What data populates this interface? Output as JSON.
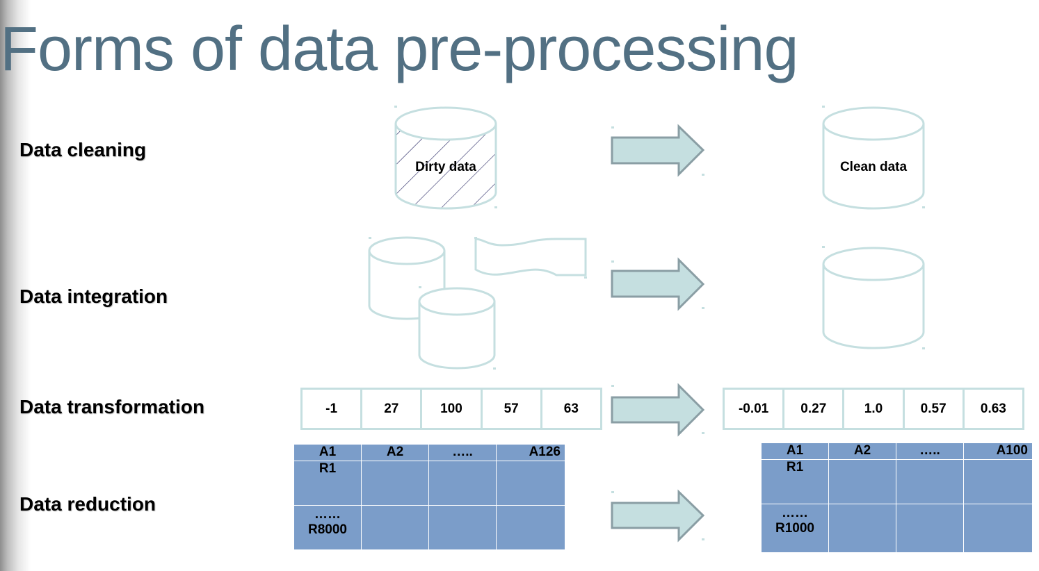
{
  "title": "Forms of data pre-processing",
  "rows": {
    "cleaning": {
      "label": "Data cleaning",
      "source_label": "Dirty data",
      "target_label": "Clean data"
    },
    "integration": {
      "label": "Data integration"
    },
    "transformation": {
      "label": "Data transformation",
      "source_values": [
        "-1",
        "27",
        "100",
        "57",
        "63"
      ],
      "target_values": [
        "-0.01",
        "0.27",
        "1.0",
        "0.57",
        "0.63"
      ]
    },
    "reduction": {
      "label": "Data reduction",
      "source": {
        "headers": [
          "A1",
          "A2",
          "…..",
          "A126"
        ],
        "row_first": "R1",
        "row_gap": "……",
        "row_last": "R8000"
      },
      "target": {
        "headers": [
          "A1",
          "A2",
          "…..",
          "A100"
        ],
        "row_first": "R1",
        "row_gap": "……",
        "row_last": "R1000"
      }
    }
  },
  "colors": {
    "title": "#527083",
    "shape_stroke": "#c5dfe0",
    "arrow_fill": "#c5dfe0",
    "arrow_stroke": "#8a9ea4",
    "hatch": "#1f1f5e",
    "table_fill": "#7b9dc9"
  }
}
